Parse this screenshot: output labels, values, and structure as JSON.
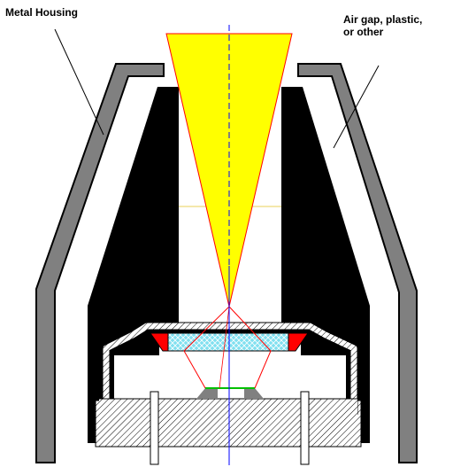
{
  "labels": {
    "metal_housing": "Metal Housing",
    "air_gap_line1": "Air gap, plastic,",
    "air_gap_line2": "or other"
  },
  "colors": {
    "background": "#ffffff",
    "housing_fill": "#808080",
    "outline": "#000000",
    "insulator": "#000000",
    "light_cone": "#ffff00",
    "ray": "#ff0000",
    "window": "#80e0f0",
    "window_seal": "#ff0000",
    "optical_axis": "#0000ff",
    "die": "#00c000",
    "die_bond": "#808080",
    "base_hatch": "#000000"
  }
}
